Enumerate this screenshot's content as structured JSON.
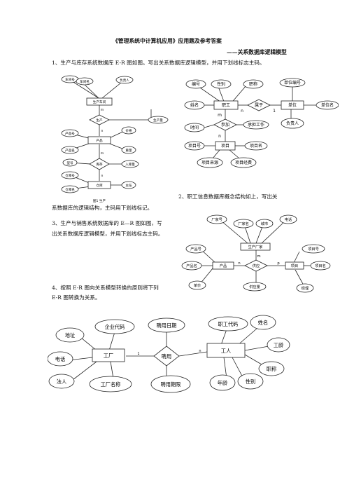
{
  "doc": {
    "title": "《管理系统中计算机应用》应用题及参考答案",
    "subtitle": "——关系数据库逻辑模型",
    "q1": "1、生产与库存系统数据库 E-R 图如图。写出关系数据库逻辑模型，并用下划线标志主码。",
    "q2_line1": "2、职工信息数据库概念结构如上，写出关",
    "q2_line2": "系数据库的逻辑结构，主码用下划线标记。",
    "q3_line1": "3、生产与销售系统数据库的 E—R 图如图，写",
    "q3_line2": "出关系数据库逻辑模型，并用下划线标志主码。",
    "q4_line1": "4、按照 E-R 图向关系模型转换的原则将下列",
    "q4_line2": "E-R 图转换为关系。"
  },
  "fig1": {
    "labels": [
      "车间号",
      "车间名",
      "负责人",
      "生产车间",
      "生产",
      "生产量",
      "产品号",
      "价格",
      "产品名",
      "产品",
      "重量",
      "型号",
      "库存",
      "入库量",
      "仓库号",
      "仓库名",
      "仓库",
      "主任"
    ],
    "cardinality": [
      "m",
      "n",
      "m",
      "n"
    ],
    "caption": "图1 生产"
  },
  "fig2": {
    "labels": [
      "编号",
      "性别",
      "职称",
      "单位编号",
      "姓名",
      "职工",
      "属于",
      "单位",
      "单位名",
      "负责人",
      "时间",
      "参加",
      "承担工作",
      "项目号",
      "项目",
      "项目名",
      "项目来源",
      "项目经费"
    ],
    "cardinality": [
      "n",
      "1",
      "m",
      "n"
    ]
  },
  "fig3": {
    "labels": [
      "厂家号",
      "厂家名",
      "城市",
      "电话",
      "生产厂家",
      "产品号",
      "项目号",
      "产品名",
      "产品",
      "供应",
      "项目",
      "项目名",
      "单价",
      "供应量",
      "经理"
    ],
    "cardinality": [
      "m",
      "n",
      "p"
    ]
  },
  "fig4": {
    "labels": [
      "企业代码",
      "聘用日期",
      "职工代码",
      "姓名",
      "地址",
      "工厂",
      "聘用",
      "工人",
      "工龄",
      "电话",
      "职称",
      "法人",
      "工厂名称",
      "聘用期限",
      "年龄",
      "性别"
    ],
    "cardinality": [
      "1",
      "n"
    ]
  }
}
